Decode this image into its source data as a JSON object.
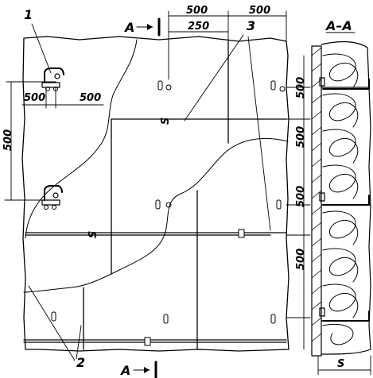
{
  "callouts": {
    "one": "1",
    "two": "2",
    "three": "3",
    "s": "S"
  },
  "section": {
    "marker_letter": "A",
    "title": "A–A",
    "width_label": "S"
  },
  "dimensions": {
    "d500": "500",
    "d250": "250"
  }
}
